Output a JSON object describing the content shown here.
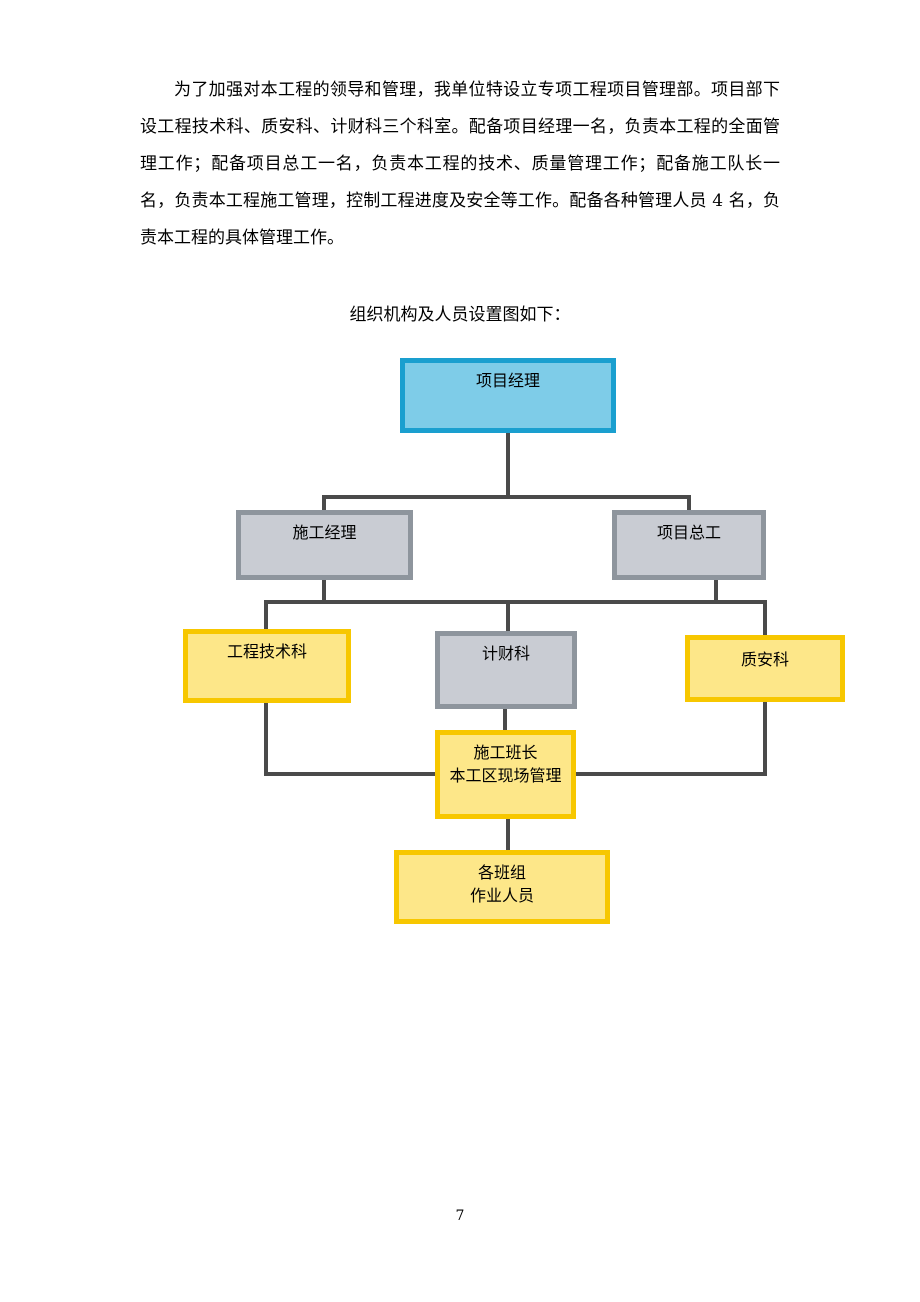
{
  "paragraph": "为了加强对本工程的领导和管理，我单位特设立专项工程项目管理部。项目部下设工程技术科、质安科、计财科三个科室。配备项目经理一名，负责本工程的全面管理工作；配备项目总工一名，负责本工程的技术、质量管理工作；配备施工队长一名，负责本工程施工管理，控制工程进度及安全等工作。配备各种管理人员 4 名，负责本工程的具体管理工作。",
  "caption": "组织机构及人员设置图如下：",
  "org_chart": {
    "project_manager": "项目经理",
    "construction_manager": "施工经理",
    "chief_engineer": "项目总工",
    "engineering_tech_dept": "工程技术科",
    "finance_dept": "计财科",
    "quality_safety_dept": "质安科",
    "foreman": {
      "line1": "施工班长",
      "line2": "本工区现场管理"
    },
    "work_teams": {
      "line1": "各班组",
      "line2": "作业人员"
    }
  },
  "colors": {
    "top_fill": "#7ecce8",
    "top_border": "#1a9fcf",
    "mid_fill": "#c9ccd3",
    "mid_border": "#8e959d",
    "low_fill": "#fde789",
    "low_border": "#f7c700",
    "connector": "#4a4a4a"
  },
  "page_number": "7"
}
